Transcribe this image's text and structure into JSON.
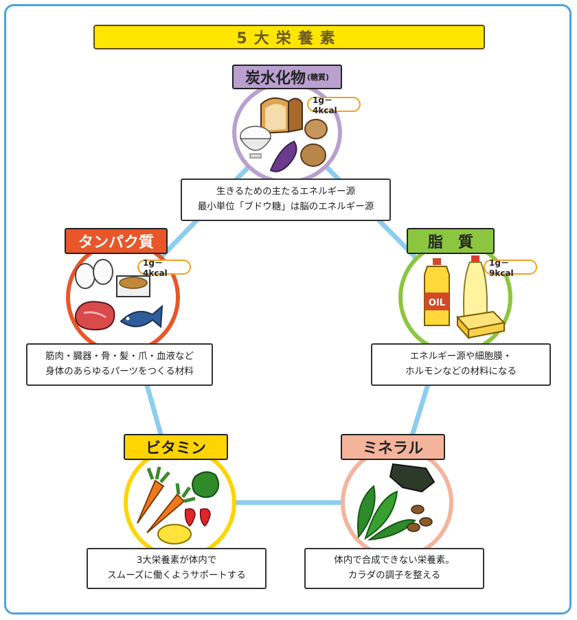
{
  "title": "5大栄養素",
  "nutrients": {
    "carbs": {
      "name": "炭水化物",
      "sub": "(糖質)",
      "kcal": "1g－4kcal",
      "desc": [
        "生きるための主たるエネルギー源",
        "最小単位「ブドウ糖」は脳のエネルギー源"
      ],
      "color": "#b9a0cf"
    },
    "protein": {
      "name": "タンパク質",
      "kcal": "1g－4kcal",
      "desc": [
        "筋肉・臓器・骨・髪・爪・血液など",
        "身体のあらゆるパーツをつくる材料"
      ],
      "color": "#e8562a"
    },
    "fat": {
      "name": "脂　質",
      "kcal": "1g－9kcal",
      "desc": [
        "エネルギー源や細胞膜・",
        "ホルモンなどの材料になる"
      ],
      "color": "#8cc63f"
    },
    "vitamin": {
      "name": "ビタミン",
      "desc": [
        "3大栄養素が体内で",
        "スムーズに働くようサポートする"
      ],
      "color": "#ffd400"
    },
    "mineral": {
      "name": "ミネラル",
      "desc": [
        "体内で合成できない栄養素。",
        "カラダの調子を整える"
      ],
      "color": "#f4b49c"
    }
  },
  "oil_label": "OIL",
  "connector_color": "#8ccdf0"
}
